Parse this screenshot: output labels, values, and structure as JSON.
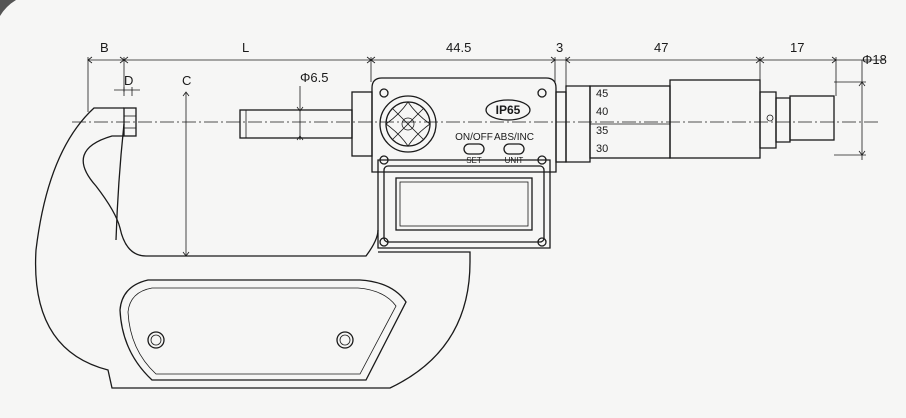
{
  "dimensions": {
    "B": "B",
    "D": "D",
    "L": "L",
    "C": "C",
    "spindle_diameter": "Φ6.5",
    "body_width": "44.5",
    "gap": "3",
    "sleeve_length": "47",
    "ratchet_length": "17",
    "thimble_diameter": "Φ18"
  },
  "body": {
    "rating_badge": "IP65",
    "button_left_top": "ON/OFF",
    "button_left_bottom": "SET",
    "button_right_top": "ABS/INC",
    "button_right_bottom": "UNIT"
  },
  "scale": {
    "ticks": [
      "45",
      "40",
      "35",
      "30"
    ]
  }
}
